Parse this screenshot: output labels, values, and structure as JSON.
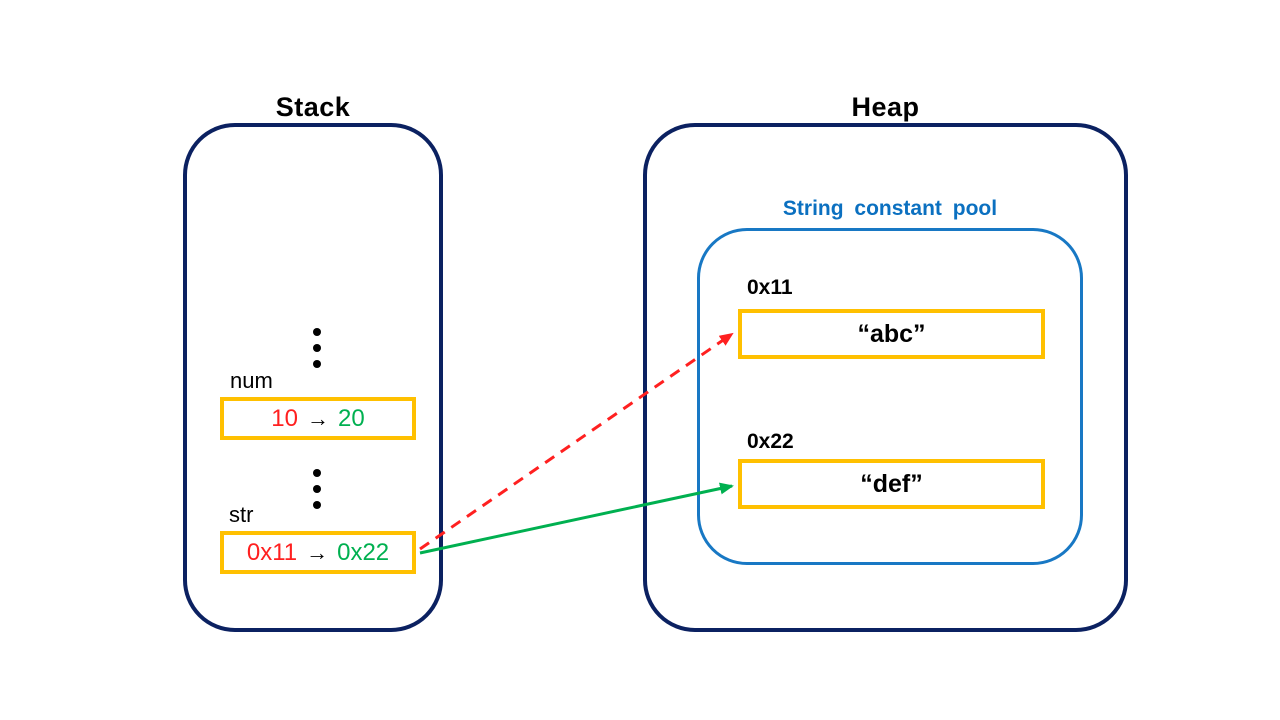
{
  "colors": {
    "navy": "#0b2161",
    "pool_blue": "#1878c4",
    "pool_label_blue": "#0b70c0",
    "yellow": "#ffc000",
    "red": "#ff2020",
    "green": "#00b050"
  },
  "stack": {
    "title": "Stack",
    "arrow_glyph": "→",
    "frames": [
      {
        "label": "num",
        "old_value": "10",
        "new_value": "20"
      },
      {
        "label": "str",
        "old_value": "0x11",
        "new_value": "0x22"
      }
    ]
  },
  "heap": {
    "title": "Heap",
    "pool": {
      "label": "String constant pool",
      "entries": [
        {
          "address": "0x11",
          "value": "“abc”"
        },
        {
          "address": "0x22",
          "value": "“def”"
        }
      ]
    }
  },
  "arrows": [
    {
      "style": "dashed",
      "color": "#ff2020",
      "from": "str 0x11 (old reference)",
      "to": "0x11 “abc”"
    },
    {
      "style": "solid",
      "color": "#00b050",
      "from": "str 0x22 (new reference)",
      "to": "0x22 “def”"
    }
  ]
}
